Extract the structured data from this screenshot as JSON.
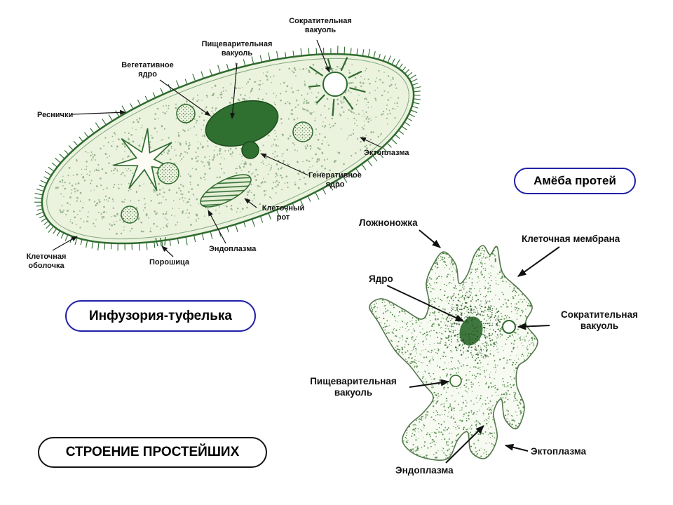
{
  "colors": {
    "outline_green": "#2e6b2e",
    "dark_green": "#2f7030",
    "badge_blue": "#2121a8",
    "badge_black": "#141414",
    "arrow_black": "#151515",
    "body_fill": "#ebf3df"
  },
  "badges": {
    "paramecium": "Инфузория-туфелька",
    "amoeba": "Амёба протей",
    "title": "СТРОЕНИЕ ПРОСТЕЙШИХ"
  },
  "paramecium_labels": {
    "contractile_vacuole": "Сократительная вакуоль",
    "digestive_vacuole": "Пищеварительная вакуоль",
    "vegetative_nucleus": "Вегетативное ядро",
    "cilia": "Реснички",
    "ectoplasm": "Эктоплазма",
    "generative_nucleus": "Генеративное ядро",
    "cell_mouth": "Клеточный рот",
    "endoplasm": "Эндоплазма",
    "cytoproct": "Порошица",
    "cell_wall": "Клеточная оболочка"
  },
  "amoeba_labels": {
    "pseudopod": "Ложноножка",
    "cell_membrane": "Клеточная мембрана",
    "nucleus": "Ядро",
    "contractile_vacuole": "Сократительная вакуоль",
    "digestive_vacuole": "Пищеварительная вакуоль",
    "ectoplasm": "Эктоплазма",
    "endoplasm": "Эндоплазма"
  }
}
